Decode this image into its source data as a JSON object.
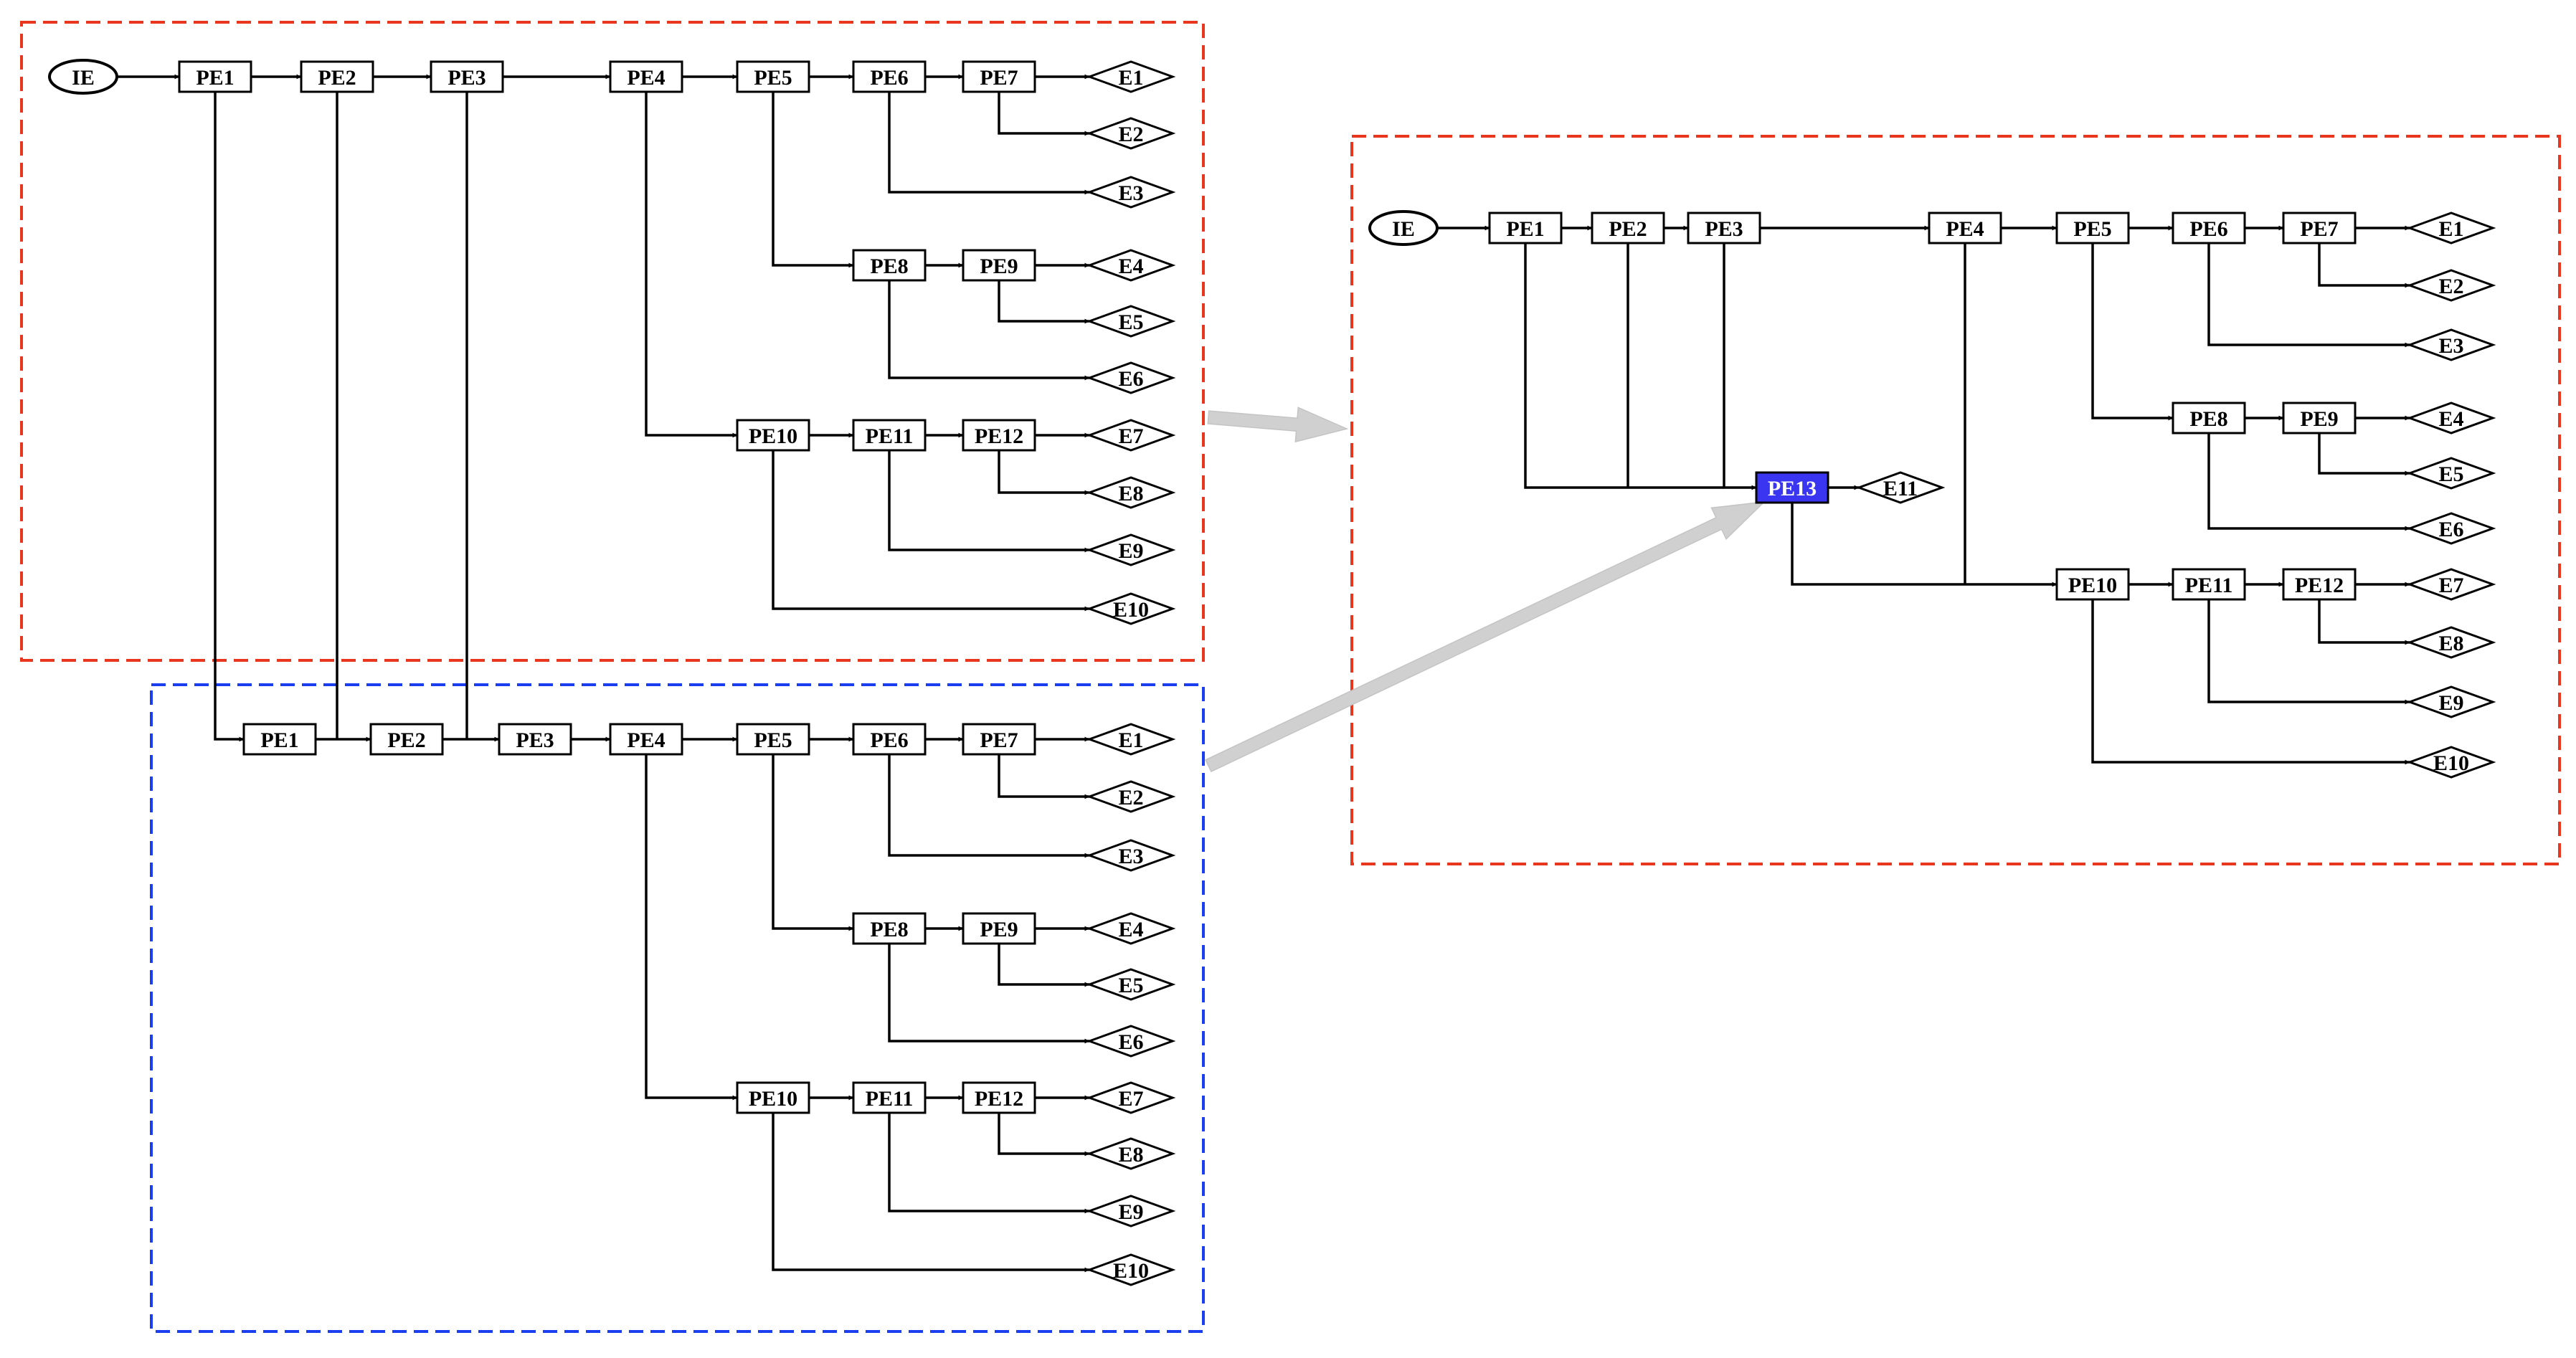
{
  "colors": {
    "red_frame": "#e8361f",
    "blue_frame": "#1b3ef0",
    "highlight_fill": "#3a35f0",
    "highlight_text": "#ffffff",
    "stroke": "#000000",
    "callout_arrow": "#d0d0d0"
  },
  "diagrams": [
    {
      "id": "top-red",
      "frame": "red",
      "start": {
        "id": "IE",
        "label": "IE"
      },
      "processes": [
        {
          "id": "PE1",
          "label": "PE1"
        },
        {
          "id": "PE2",
          "label": "PE2"
        },
        {
          "id": "PE3",
          "label": "PE3"
        },
        {
          "id": "PE4",
          "label": "PE4"
        },
        {
          "id": "PE5",
          "label": "PE5"
        },
        {
          "id": "PE6",
          "label": "PE6"
        },
        {
          "id": "PE7",
          "label": "PE7"
        },
        {
          "id": "PE8",
          "label": "PE8"
        },
        {
          "id": "PE9",
          "label": "PE9"
        },
        {
          "id": "PE10",
          "label": "PE10"
        },
        {
          "id": "PE11",
          "label": "PE11"
        },
        {
          "id": "PE12",
          "label": "PE12"
        }
      ],
      "ends": [
        {
          "id": "E1",
          "label": "E1"
        },
        {
          "id": "E2",
          "label": "E2"
        },
        {
          "id": "E3",
          "label": "E3"
        },
        {
          "id": "E4",
          "label": "E4"
        },
        {
          "id": "E5",
          "label": "E5"
        },
        {
          "id": "E6",
          "label": "E6"
        },
        {
          "id": "E7",
          "label": "E7"
        },
        {
          "id": "E8",
          "label": "E8"
        },
        {
          "id": "E9",
          "label": "E9"
        },
        {
          "id": "E10",
          "label": "E10"
        }
      ]
    },
    {
      "id": "bottom-blue",
      "frame": "blue",
      "processes": [
        {
          "id": "PE1",
          "label": "PE1"
        },
        {
          "id": "PE2",
          "label": "PE2"
        },
        {
          "id": "PE3",
          "label": "PE3"
        },
        {
          "id": "PE4",
          "label": "PE4"
        },
        {
          "id": "PE5",
          "label": "PE5"
        },
        {
          "id": "PE6",
          "label": "PE6"
        },
        {
          "id": "PE7",
          "label": "PE7"
        },
        {
          "id": "PE8",
          "label": "PE8"
        },
        {
          "id": "PE9",
          "label": "PE9"
        },
        {
          "id": "PE10",
          "label": "PE10"
        },
        {
          "id": "PE11",
          "label": "PE11"
        },
        {
          "id": "PE12",
          "label": "PE12"
        }
      ],
      "ends": [
        {
          "id": "E1",
          "label": "E1"
        },
        {
          "id": "E2",
          "label": "E2"
        },
        {
          "id": "E3",
          "label": "E3"
        },
        {
          "id": "E4",
          "label": "E4"
        },
        {
          "id": "E5",
          "label": "E5"
        },
        {
          "id": "E6",
          "label": "E6"
        },
        {
          "id": "E7",
          "label": "E7"
        },
        {
          "id": "E8",
          "label": "E8"
        },
        {
          "id": "E9",
          "label": "E9"
        },
        {
          "id": "E10",
          "label": "E10"
        }
      ]
    },
    {
      "id": "merged-right",
      "frame": "red",
      "start": {
        "id": "IE",
        "label": "IE"
      },
      "processes": [
        {
          "id": "PE1",
          "label": "PE1"
        },
        {
          "id": "PE2",
          "label": "PE2"
        },
        {
          "id": "PE3",
          "label": "PE3"
        },
        {
          "id": "PE4",
          "label": "PE4"
        },
        {
          "id": "PE5",
          "label": "PE5"
        },
        {
          "id": "PE6",
          "label": "PE6"
        },
        {
          "id": "PE7",
          "label": "PE7"
        },
        {
          "id": "PE8",
          "label": "PE8"
        },
        {
          "id": "PE9",
          "label": "PE9"
        },
        {
          "id": "PE10",
          "label": "PE10"
        },
        {
          "id": "PE11",
          "label": "PE11"
        },
        {
          "id": "PE12",
          "label": "PE12"
        },
        {
          "id": "PE13",
          "label": "PE13",
          "highlight": true
        }
      ],
      "ends": [
        {
          "id": "E1",
          "label": "E1"
        },
        {
          "id": "E2",
          "label": "E2"
        },
        {
          "id": "E3",
          "label": "E3"
        },
        {
          "id": "E4",
          "label": "E4"
        },
        {
          "id": "E5",
          "label": "E5"
        },
        {
          "id": "E6",
          "label": "E6"
        },
        {
          "id": "E7",
          "label": "E7"
        },
        {
          "id": "E8",
          "label": "E8"
        },
        {
          "id": "E9",
          "label": "E9"
        },
        {
          "id": "E10",
          "label": "E10"
        },
        {
          "id": "E11",
          "label": "E11"
        }
      ]
    }
  ]
}
